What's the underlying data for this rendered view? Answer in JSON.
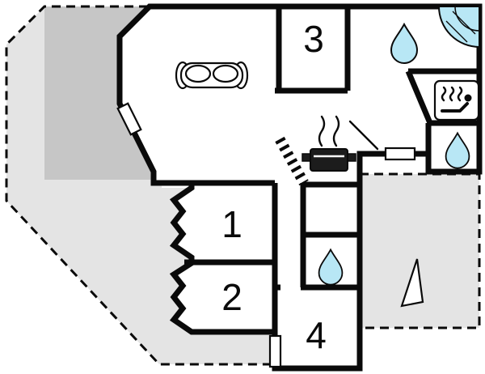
{
  "page": {
    "background": "#ffffff"
  },
  "floor_plan": {
    "type": "vacation-house-floor-plan",
    "rooms": {
      "room1": {
        "label": "1"
      },
      "room2": {
        "label": "2"
      },
      "room3": {
        "label": "3"
      },
      "room4": {
        "label": "4"
      }
    },
    "colors": {
      "wall": "#0a0a0a",
      "plot_light_gray": "#e4e4e4",
      "plot_dark_gray": "#c6c6c6",
      "water_blue": "#b8e7f5",
      "appliance_dark": "#1c1c1c",
      "interior_white": "#ffffff"
    },
    "icons": [
      "sofa-icon",
      "stove-icon",
      "steam-icon",
      "stairs-icon",
      "door-swing-icon",
      "water-drop-icon",
      "corner-shower-icon",
      "sauna-icon",
      "terrace-triangle-icon",
      "window-icon",
      "door-icon"
    ]
  }
}
